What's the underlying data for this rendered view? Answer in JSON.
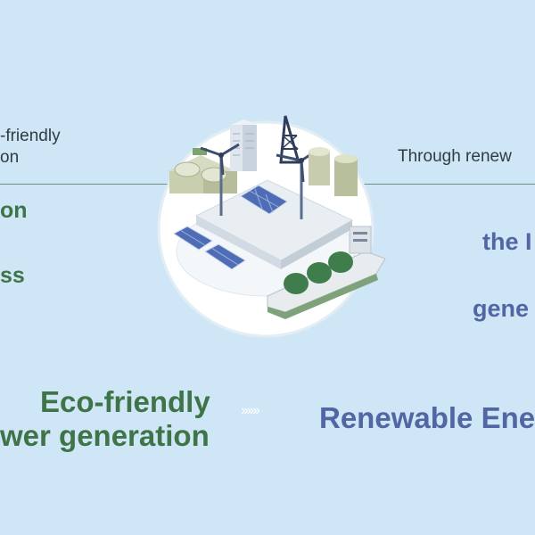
{
  "left_top": {
    "line1": "-friendly",
    "line2": "on"
  },
  "right_top": {
    "text": "Through renew"
  },
  "left_mid": {
    "line1": "on",
    "line2": "ss"
  },
  "right_mid": {
    "line1": "the I",
    "line2": "gene"
  },
  "bottom": {
    "left_line1": "Eco-friendly",
    "left_line2": "wer generation",
    "arrows": "››››››",
    "right": "Renewable Ener"
  },
  "colors": {
    "background": "#cfe6f7",
    "green": "#3e7447",
    "blue": "#5365a3",
    "dark_text": "#2f3d3f"
  },
  "illustration": {
    "icons": [
      "power-plant-icon",
      "wind-turbine-icon",
      "solar-panel-icon",
      "oil-derrick-icon",
      "storage-tank-icon",
      "lng-ship-icon"
    ]
  }
}
